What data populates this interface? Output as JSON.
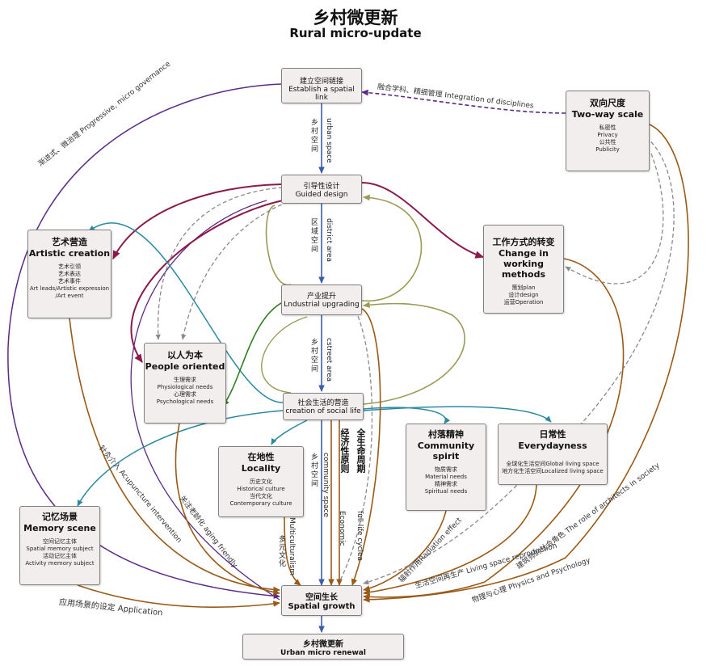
{
  "title_zh": "乡村微更新",
  "title_en": "Rural micro-update",
  "nodes": {
    "spatial_link": {
      "zh": "建立空间链接",
      "en": "Establish a spatial link"
    },
    "guided_design": {
      "zh": "引导性设计",
      "en": "Guided design"
    },
    "industrial": {
      "zh": "产业提升",
      "en": "Lndustrial upgrading"
    },
    "social_life": {
      "zh": "社会生活的营造",
      "en": "creation of social life"
    },
    "spatial_growth": {
      "zh": "空间生长",
      "en": "Spatial growth"
    },
    "micro_renewal": {
      "zh": "乡村微更新",
      "en": "Urban micro renewal"
    },
    "two_way": {
      "zh": "双向尺度",
      "en": "Two-way scale",
      "items": [
        "私密性",
        "Privacy",
        "公共性",
        "Publicity"
      ]
    },
    "artistic": {
      "zh": "艺术营造",
      "en": "Artistic creation",
      "items": [
        "艺术引领",
        "艺术表达",
        "艺术事件",
        "Art leads/Artistic expression",
        "/Art event"
      ]
    },
    "working": {
      "zh": "工作方式的转变",
      "en1": "Change in",
      "en2": "working methods",
      "items": [
        "策划plan",
        "设计design",
        "运营Operation"
      ]
    },
    "people": {
      "zh": "以人为本",
      "en": "People oriented",
      "items": [
        "生理需求",
        "Physiological needs",
        "心理需求",
        "Psychological needs"
      ]
    },
    "locality": {
      "zh": "在地性",
      "en": "Locality",
      "items": [
        "历史文化",
        "Historical culture",
        "当代文化",
        "Contemporary culture"
      ]
    },
    "community": {
      "zh": "村落精神",
      "en": "Community spirit",
      "items": [
        "物质需求",
        "Material needs",
        "精神需求",
        "Spiritual needs"
      ]
    },
    "everyday": {
      "zh": "日常性",
      "en": "Everydayness",
      "items": [
        "全球化生活空间Global living space",
        "地方化生活空间Localized living space"
      ]
    },
    "memory": {
      "zh": "记忆场景",
      "en": "Memory scene",
      "items": [
        "空间记忆主体",
        "Spatial memory subject",
        "活动记忆主体",
        "Activity memory subject"
      ]
    }
  },
  "labels": {
    "urban_space_zh": "乡村空间",
    "urban_space_en": "urban space",
    "district_zh": "区域空间",
    "district_en": "district area",
    "street_zh": "乡村空间",
    "street_en": "cstreet area",
    "community_zh": "乡村空间",
    "community_en": "community space",
    "economic_zh": "经济性原则",
    "economic_en": "Economic",
    "lifecycle_zh": "全生命周期",
    "lifecycle_en": "full life cyclea",
    "multicultural_zh": "多元文化",
    "multicultural_en": "Multiculturalism",
    "progressive": "渐进式、微治理  Progressive, micro governance",
    "integration": "融合学科、精细管理  Integration of disciplines",
    "acupuncture": "针灸介入  Acupuncture intervention",
    "aging": "关注老龄化  aging friendly",
    "application": "应用场景的设定  Application",
    "radiation": "辐射作用Radiation effect",
    "reproduction": "生活空间再生产  Living space reproduction",
    "architects": "建筑师的社会角色  The role of architects in society",
    "physics": "物理与心理  Physics and Psychology"
  },
  "colors": {
    "purple": "#5b2a86",
    "maroon": "#8b1a4a",
    "teal": "#2a8aa0",
    "olive": "#9a9a55",
    "green": "#2f7d1e",
    "brown": "#9a5a16",
    "blue": "#3a5fa8",
    "gray": "#8a8a8a"
  }
}
